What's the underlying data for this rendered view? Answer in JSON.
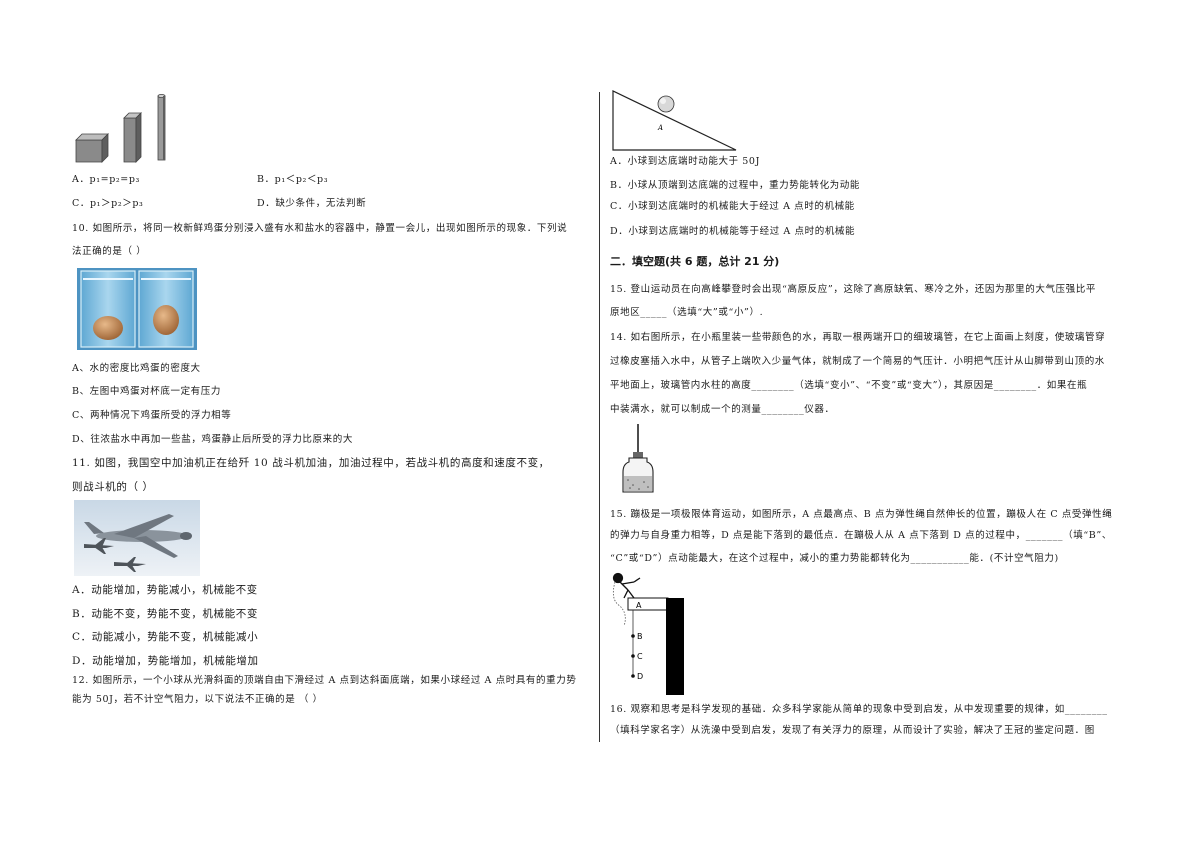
{
  "left": {
    "q9_options": {
      "a": "A．p₁=p₂=p₃",
      "b": "B．p₁＜p₂＜p₃",
      "c": "C．p₁＞p₂＞p₃",
      "d": "D．缺少条件，无法判断"
    },
    "q10": {
      "stem_line1": "10.  如图所示，将同一枚新鲜鸡蛋分别浸入盛有水和盐水的容器中，静置一会儿，出现如图所示的现象．下列说",
      "stem_line2": "法正确的是（      ）",
      "options": [
        "A、水的密度比鸡蛋的密度大",
        "B、左图中鸡蛋对杯底一定有压力",
        "C、两种情况下鸡蛋所受的浮力相等",
        "D、往浓盐水中再加一些盐，鸡蛋静止后所受的浮力比原来的大"
      ]
    },
    "q11": {
      "stem_line1": "11.  如图，我国空中加油机正在给歼 10 战斗机加油，加油过程中，若战斗机的高度和速度不变，",
      "stem_line2": "则战斗机的（      ）",
      "options": [
        "A．动能增加，势能减小，机械能不变",
        "B．动能不变，势能不变，机械能不变",
        "C．动能减小，势能不变，机械能减小",
        "D．动能增加，势能增加，机械能增加"
      ]
    },
    "q12": {
      "stem_line1": "12.  如图所示，一个小球从光滑斜面的顶端自由下滑经过 A 点到达斜面底端，如果小球经过 A 点时具有的重力势",
      "stem_line2": "能为 50J，若不计空气阻力，以下说法不正确的是          （      ）"
    }
  },
  "right": {
    "slope_label": "A",
    "q12_options": [
      "A．小球到达底端时动能大于 50J",
      "B．小球从顶端到达底端的过程中，重力势能转化为动能",
      "C．小球到达底端时的机械能大于经过 A 点时的机械能",
      "D．小球到达底端时的机械能等于经过 A 点时的机械能"
    ],
    "section2_title": "二．填空题(共 6 题，总计 21 分)",
    "q15a": {
      "line1": "15.  登山运动员在向高峰攀登时会出现“高原反应”，这除了高原缺氧、寒冷之外，还因为那里的大气压强比平",
      "line2": "原地区_____（选填“大”或“小”）."
    },
    "q14": {
      "line1": "14.  如右图所示，在小瓶里装一些带颜色的水，再取一根两端开口的细玻璃管，在它上面画上刻度，使玻璃管穿",
      "line2": "过橡皮塞插入水中，从管子上端吹入少量气体，就制成了一个简易的气压计．小明把气压计从山脚带到山顶的水",
      "line3": "平地面上，玻璃管内水柱的高度________（选填“变小”、“不变”或“变大”），其原因是________．如果在瓶",
      "line4": "中装满水，就可以制成一个的测量________仪器．"
    },
    "q15b": {
      "line1": "15.  蹦极是一项极限体育运动，如图所示，A 点最高点、B 点为弹性绳自然伸长的位置，蹦极人在 C 点受弹性绳",
      "line2": "的弹力与自身重力相等，D 点是能下落到的最低点．在蹦极人从 A 点下落到 D 点的过程中，_______（填“B”、",
      "line3": "“C”或“D”）点动能最大，在这个过程中，减小的重力势能都转化为___________能．(不计空气阻力)"
    },
    "bungee_labels": {
      "a": "A",
      "b": "B",
      "c": "C",
      "d": "D"
    },
    "q16": {
      "line1": "16.  观察和思考是科学发现的基础．众多科学家能从简单的现象中受到启发，从中发现重要的规律，如________",
      "line2": "（填科学家名字）从洗澡中受到启发，发现了有关浮力的原理，从而设计了实验，解决了王冠的鉴定问题．图"
    }
  }
}
